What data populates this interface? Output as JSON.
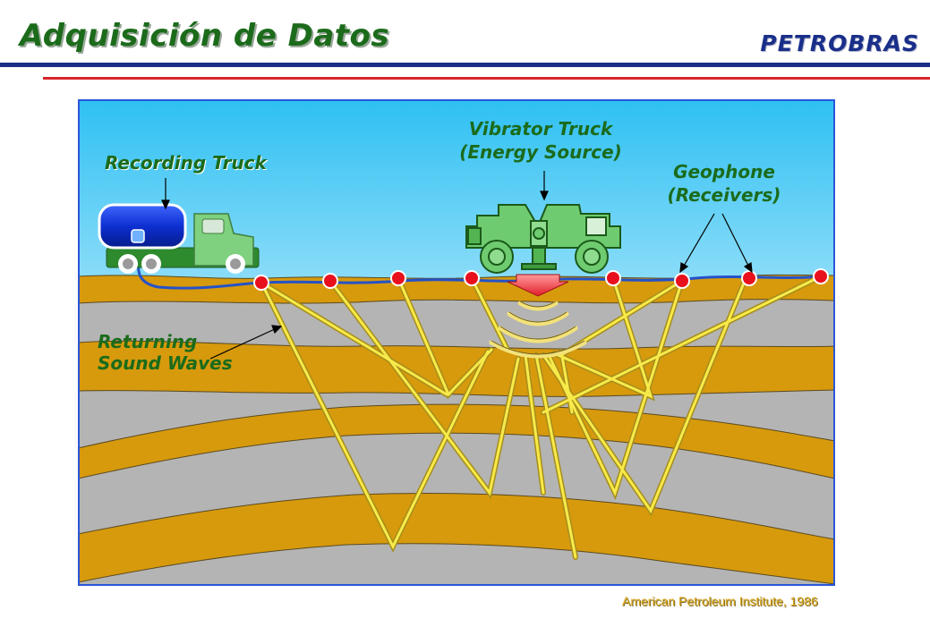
{
  "header": {
    "title": "Adquisición de Datos",
    "brand": "PETROBRAS"
  },
  "labels": {
    "recording_truck": "Recording Truck",
    "vibrator_line1": "Vibrator Truck",
    "vibrator_line2": "(Energy Source)",
    "geophone_line1": "Geophone",
    "geophone_line2": "(Receivers)",
    "returning_line1": "Returning",
    "returning_line2": "Sound Waves"
  },
  "citation": "American Petroleum Institute, 1986",
  "colors": {
    "title_green": "#1b6b1b",
    "brand_blue": "#1a2f8a",
    "rule_blue": "#1b2f86",
    "rule_red": "#d8232a",
    "sky": "#42c5f5",
    "sand": "#d79a0d",
    "gray_layer": "#b4b4b4",
    "ray_yellow": "#f5e63c",
    "geophone_red": "#e8101c",
    "truck_green": "#67c767",
    "tank_blue": "#1d3fd6"
  },
  "icons": [
    "recording-truck-icon",
    "vibrator-truck-icon",
    "geophone-icon",
    "arrow-icon"
  ]
}
